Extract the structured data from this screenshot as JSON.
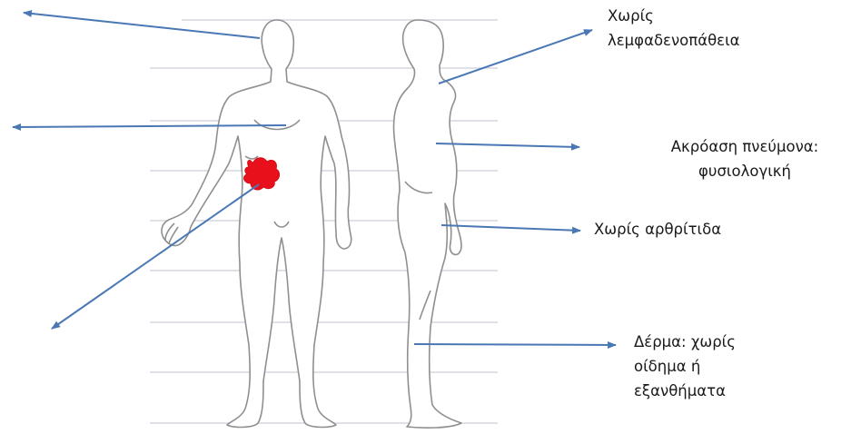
{
  "colors": {
    "arrow": "#4a78b5",
    "outline": "#8f8f8f",
    "guide_lines": "#d4d8e0",
    "lesion": "#e8111b",
    "text": "#1a1a1a"
  },
  "annotations": {
    "lymph": {
      "line1": "Χωρίς",
      "line2": "λεμφαδενοπάθεια"
    },
    "lung": {
      "line1": "Ακρόαση πνεύμονα:",
      "line2": "φυσιολογική"
    },
    "arthritis": {
      "line1": "Χωρίς αρθρίτιδα"
    },
    "skin": {
      "line1": "Δέρμα: χωρίς",
      "line2": "οίδημα ή",
      "line3": "εξανθήματα"
    }
  },
  "marker": {
    "name": "red-lesion-mark"
  }
}
